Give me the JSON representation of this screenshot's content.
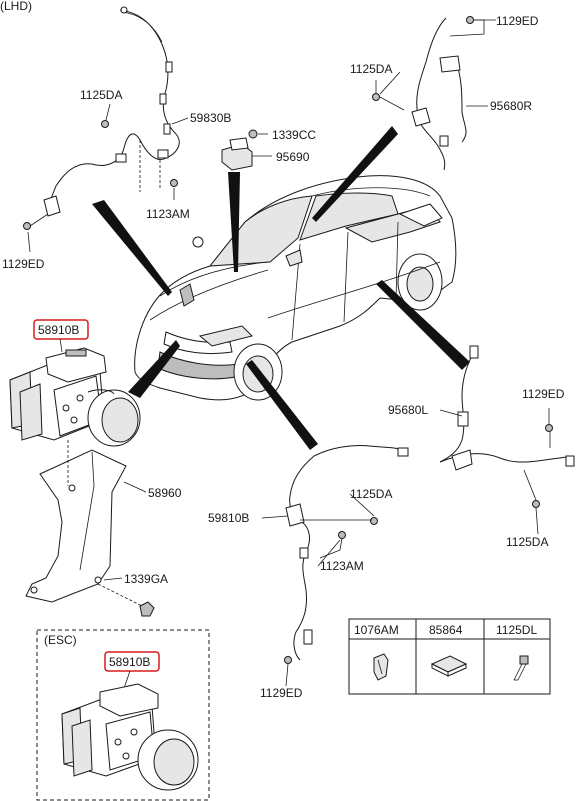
{
  "header": {
    "variant_label": "(LHD)"
  },
  "esc_box": {
    "label": "(ESC)"
  },
  "colors": {
    "highlight": "#d61b1b",
    "line": "#1a1a1a"
  },
  "callouts": {
    "c_1129ed_top_right": "1129ED",
    "c_1125da_top_right": "1125DA",
    "c_95680r": "95680R",
    "c_1339cc": "1339CC",
    "c_95690": "95690",
    "c_1125da_top_left": "1125DA",
    "c_59830b": "59830B",
    "c_1123am_top": "1123AM",
    "c_1129ed_left": "1129ED",
    "c_58910b_main": "58910B",
    "c_58960": "58960",
    "c_1339ga": "1339GA",
    "c_95680l": "95680L",
    "c_1129ed_right_mid": "1129ED",
    "c_1125da_right_bottom": "1125DA",
    "c_59810b": "59810B",
    "c_1125da_mid": "1125DA",
    "c_1123am_mid": "1123AM",
    "c_1129ed_bottom": "1129ED",
    "c_58910b_esc": "58910B"
  },
  "parts_table": {
    "columns": [
      "1076AM",
      "85864",
      "1125DL"
    ]
  }
}
